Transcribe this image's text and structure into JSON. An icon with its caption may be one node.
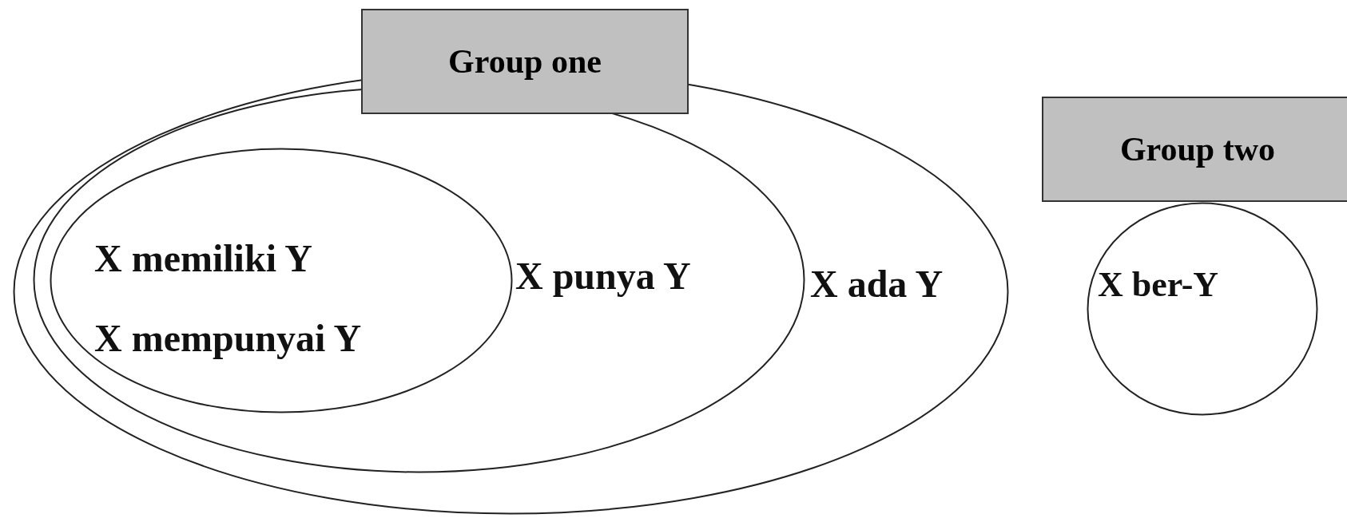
{
  "diagram": {
    "nodes": [
      {
        "text": [
          "Group one"
        ]
      },
      {
        "text": [
          "X ada Y"
        ]
      },
      {
        "text": [
          "X punya Y"
        ],
        "in": 1
      },
      {
        "text": [
          "X memiliki Y",
          "X mempunyai Y"
        ],
        "in": 2
      },
      {
        "text": [
          "Group two"
        ]
      },
      {
        "text": [
          "X ber-Y"
        ]
      }
    ]
  }
}
